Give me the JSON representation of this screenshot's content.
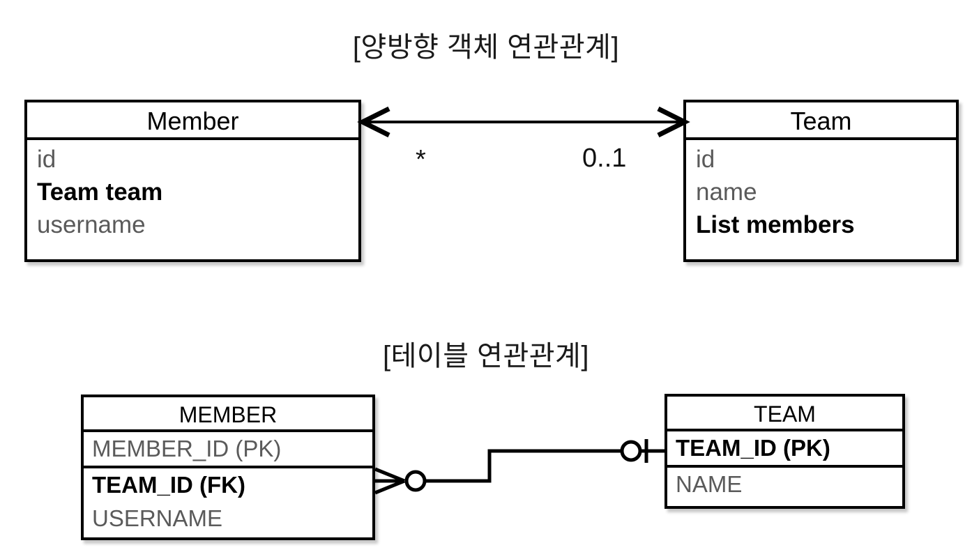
{
  "page": {
    "background": "#ffffff",
    "text_color": "#000000",
    "muted_color": "#5a5a5a"
  },
  "object_diagram": {
    "caption": "[양방향 객체 연관관계]",
    "classes": [
      {
        "name": "Member",
        "fields": [
          {
            "label": "id",
            "emphasis": false
          },
          {
            "label": "Team team",
            "emphasis": true
          },
          {
            "label": "username",
            "emphasis": false
          }
        ]
      },
      {
        "name": "Team",
        "fields": [
          {
            "label": "id",
            "emphasis": false
          },
          {
            "label": "name",
            "emphasis": false
          },
          {
            "label": "List members",
            "emphasis": true
          }
        ]
      }
    ],
    "association": {
      "type": "bidirectional-arrow",
      "multiplicity_left": "*",
      "multiplicity_right": "0..1"
    }
  },
  "table_diagram": {
    "caption": "[테이블 연관관계]",
    "tables": [
      {
        "name": "MEMBER",
        "columns": [
          {
            "label": "MEMBER_ID (PK)",
            "emphasis": false,
            "separator_below": true
          },
          {
            "label": "TEAM_ID (FK)",
            "emphasis": true,
            "separator_below": false
          },
          {
            "label": "USERNAME",
            "emphasis": false,
            "separator_below": false
          }
        ]
      },
      {
        "name": "TEAM",
        "columns": [
          {
            "label": "TEAM_ID (PK)",
            "emphasis": true,
            "separator_below": true
          },
          {
            "label": "NAME",
            "emphasis": false,
            "separator_below": false
          }
        ]
      }
    ],
    "relationship": {
      "left_cardinality": "zero-or-many",
      "right_cardinality": "zero-or-one",
      "notation": "crows-foot"
    }
  }
}
